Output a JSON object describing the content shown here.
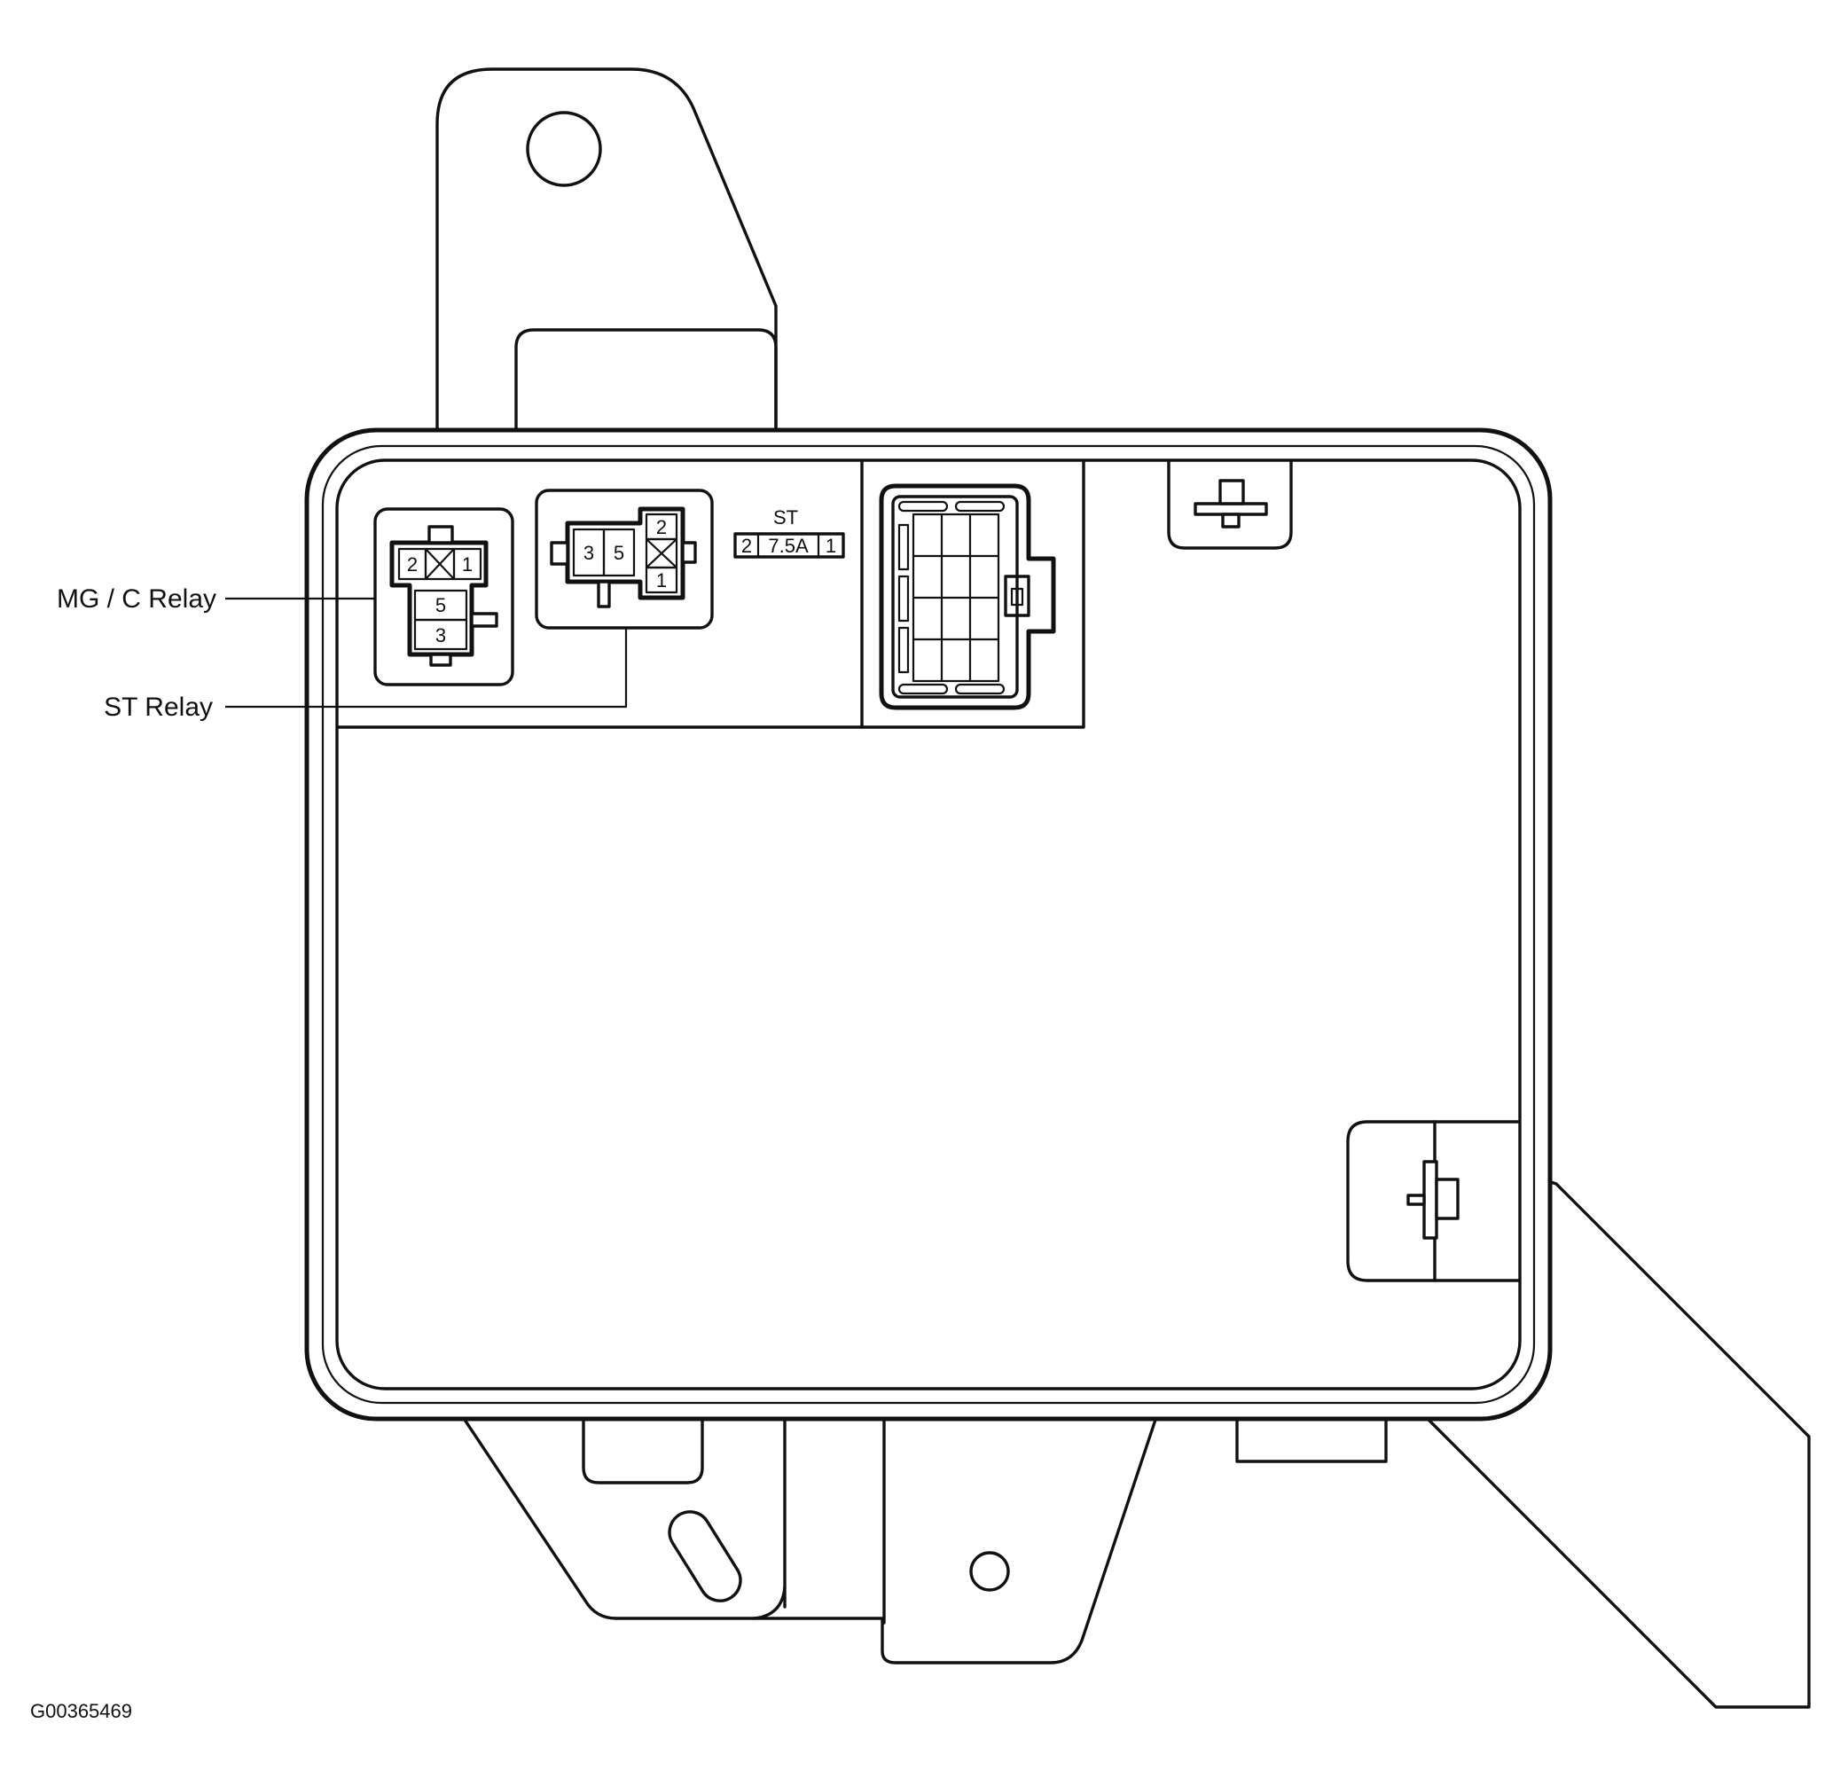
{
  "labels": {
    "mgc_relay": "MG / C Relay",
    "st_relay": "ST Relay",
    "figure_code": "G00365469"
  },
  "mgc_relay_pins": {
    "top_left": "2",
    "top_right": "1",
    "mid": "5",
    "bottom": "3"
  },
  "st_relay_pins": {
    "left": "3",
    "mid": "5",
    "right_top": "2",
    "right_bottom": "1"
  },
  "fuse": {
    "name": "ST",
    "rating": "7.5A",
    "pin_left": "2",
    "pin_right": "1"
  }
}
